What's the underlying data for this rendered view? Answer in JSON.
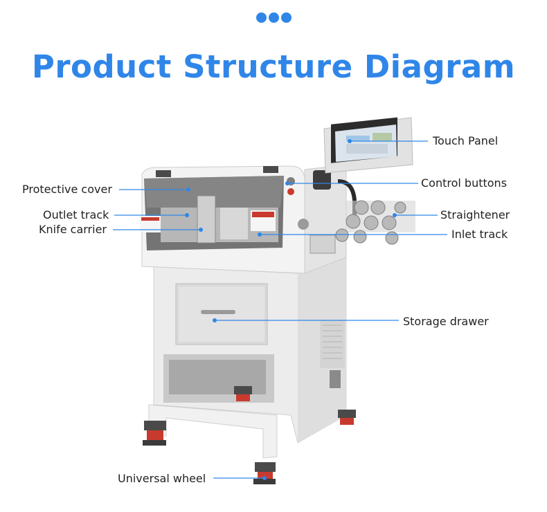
{
  "title": "Product Structure Diagram",
  "accent_color": "#2f86e8",
  "labels": {
    "touch_panel": "Touch Panel",
    "protective_cover": "Protective cover",
    "control_buttons": "Control buttons",
    "outlet_track": "Outlet track",
    "straightener": "Straightener",
    "knife_carrier": "Knife carrier",
    "inlet_track": "Inlet track",
    "storage_drawer": "Storage drawer",
    "universal_wheel": "Universal wheel"
  }
}
